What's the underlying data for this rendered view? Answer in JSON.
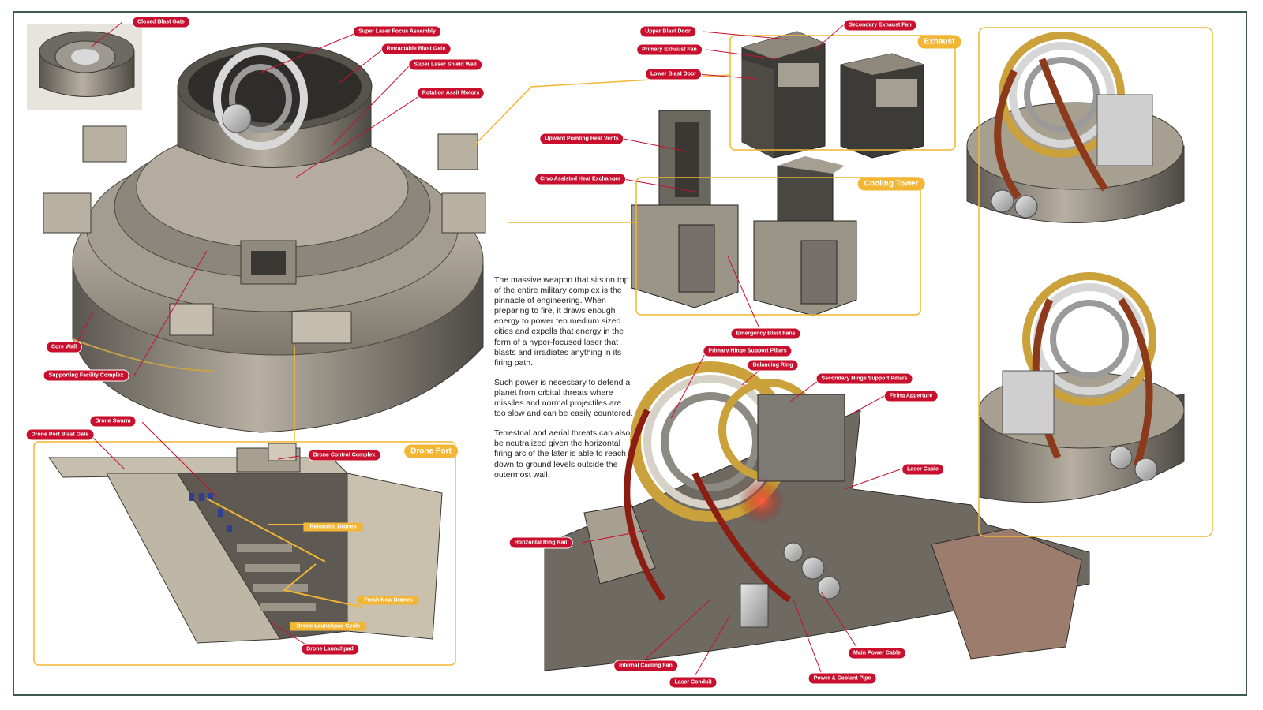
{
  "description": {
    "paragraph_1": "The massive weapon that sits on top of the entire military complex is the pinnacle of engineering. When preparing to fire, it draws enough energy to power ten medium sized cities and expells that energy in the form of a hyper-focused laser that blasts and irradiates anything in its firing path.",
    "paragraph_2": "Such power is necessary to defend a planet from orbital threats where missiles and normal projectiles are too slow and can be easily countered.",
    "paragraph_3": "Terrestrial and aerial threats can also be neutralized given the horizontal firing arc of the later is able to reach down to ground levels outside the outermost wall."
  },
  "sections": {
    "exhaust": "Exhaust",
    "cooling_tower": "Cooling Tower",
    "drone_port": "Drone Port"
  },
  "labels": {
    "closed_blast_gate": "Closed Blast Gate",
    "super_laser_focus_assembly": "Super Laser Focus Assembly",
    "retractable_blast_gate": "Retractable Blast Gate",
    "super_laser_shield_wall": "Super Laser Shield Wall",
    "rotation_assit_motors": "Rotation Assit Motors",
    "core_wall": "Core Wall",
    "supporting_facility_complex": "Supporting Facility Complex",
    "upper_blast_door": "Upper Blast Door",
    "primary_exhaust_fan": "Primary Exhaust Fan",
    "lower_blast_door": "Lower Blast Door",
    "secondary_exhaust_fan": "Secondary Exhaust Fan",
    "upward_pointing_heat_vents": "Upward Pointing Heat Vents",
    "cryo_assisted_heat_exchanger": "Cryo Assisted Heat Exchanger",
    "emergency_blast_fans": "Emergency Blast Fans",
    "primary_hinge_support_pillars": "Primary Hinge Support Pillars",
    "balancing_ring": "Balancing Ring",
    "secondary_hinge_support_pillars": "Secondary Hinge Support Pillars",
    "firing_apperture": "Firing Apperture",
    "laser_cable": "Laser Cable",
    "horizontal_ring_rail": "Horizontal Ring Rail",
    "internal_cooling_fan": "Internal Cooling Fan",
    "laser_conduit": "Laser Conduit",
    "power_coolant_pipe": "Power & Coolant Pipe",
    "main_power_cable": "Main Power Cable",
    "drone_swarm": "Drone Swarm",
    "drone_port_blast_gate": "Drone Port Blast Gate",
    "drone_control_complex": "Drone Control Complex",
    "returning_drones": "Returning Drones",
    "fresh_new_drones": "Fresh New Drones",
    "drone_launchpad_cycle": "Drone Launchpad Cycle",
    "drone_launchpad": "Drone Launchpad"
  },
  "colors": {
    "accent_yellow": "#f2b634",
    "label_red": "#c8102e",
    "frame": "#3f5a52",
    "metal_light": "#bdb6a8",
    "metal_dark": "#4a4843",
    "copper": "#8c3a1c"
  }
}
